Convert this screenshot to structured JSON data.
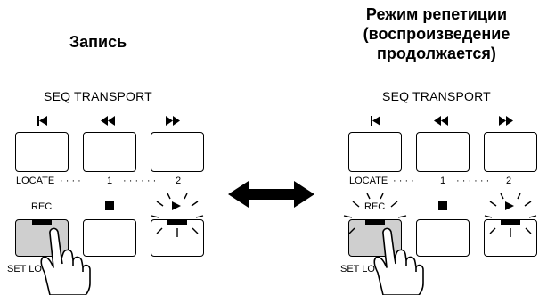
{
  "left": {
    "title": "Запись",
    "panel_label": "SEQ TRANSPORT",
    "locate_label": "LOCATE",
    "locate_1": "1",
    "locate_2": "2",
    "dots": "· · · ·",
    "dots_long": "· · · · · ·",
    "rec_label": "REC",
    "set_locate_label": "SET LO",
    "rec_button_state": "pressed",
    "play_button_state": "blinking"
  },
  "right": {
    "title_line1": "Режим репетиции",
    "title_line2": "(воспроизведение",
    "title_line3": "продолжается)",
    "panel_label": "SEQ TRANSPORT",
    "locate_label": "LOCATE",
    "locate_1": "1",
    "locate_2": "2",
    "dots": "· · · ·",
    "dots_long": "· · · · · ·",
    "rec_label": "REC",
    "set_locate_label": "SET LO",
    "rec_button_state": "pressed-blinking",
    "play_button_state": "blinking"
  },
  "icons": {
    "top_row": [
      "skip-to-start-icon",
      "rewind-icon",
      "fast-forward-icon"
    ],
    "stop": "stop-icon",
    "play": "play-icon",
    "arrow": "double-arrow-icon",
    "hand": "hand-pointer-icon"
  },
  "colors": {
    "pressed_fill": "#cfcfcf",
    "stroke": "#000000"
  }
}
